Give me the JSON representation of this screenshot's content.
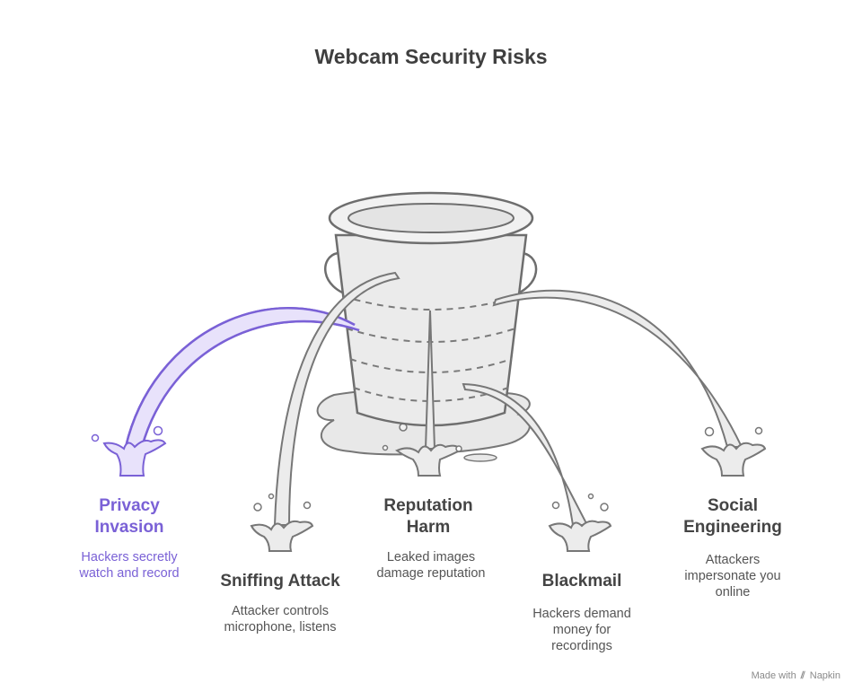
{
  "title": "Webcam Security Risks",
  "accent_color": "#7a61d6",
  "risks": [
    {
      "label": "Privacy Invasion",
      "description": "Hackers secretly watch and record",
      "highlighted": true
    },
    {
      "label": "Sniffing Attack",
      "description": "Attacker controls microphone, listens",
      "highlighted": false
    },
    {
      "label": "Reputation Harm",
      "description": "Leaked images damage reputation",
      "highlighted": false
    },
    {
      "label": "Blackmail",
      "description": "Hackers demand money for recordings",
      "highlighted": false
    },
    {
      "label": "Social Engineering",
      "description": "Attackers impersonate you online",
      "highlighted": false
    }
  ],
  "footer": {
    "prefix": "Made with",
    "brand": "Napkin",
    "icon": "napkin-logo-icon"
  }
}
